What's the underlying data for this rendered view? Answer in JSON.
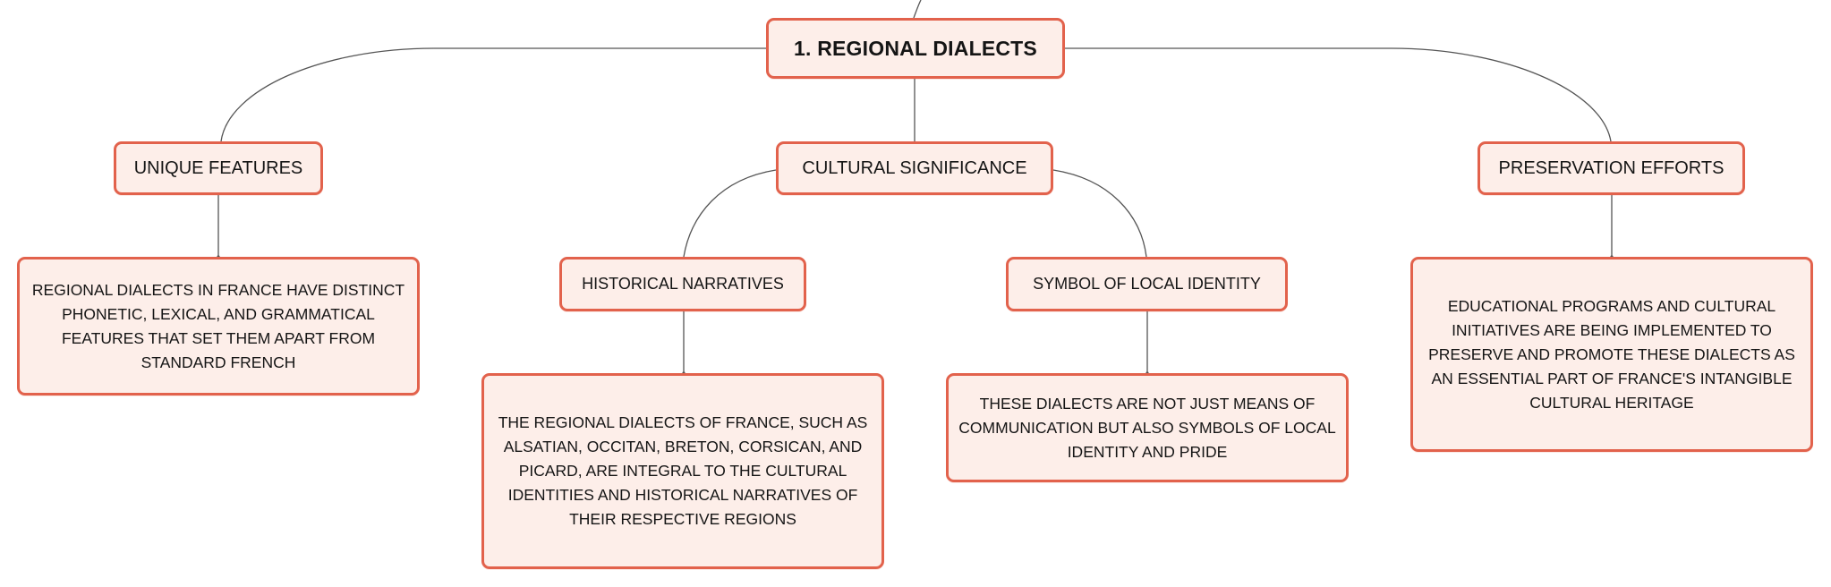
{
  "diagram": {
    "root": {
      "label": "1. REGIONAL DIALECTS"
    },
    "unique_features": {
      "label": "UNIQUE FEATURES",
      "description": "REGIONAL DIALECTS IN FRANCE HAVE DISTINCT PHONETIC, LEXICAL, AND GRAMMATICAL FEATURES THAT SET THEM APART FROM STANDARD FRENCH"
    },
    "cultural_significance": {
      "label": "CULTURAL SIGNIFICANCE",
      "historical_narratives": {
        "label": "HISTORICAL NARRATIVES",
        "description": "THE REGIONAL DIALECTS OF FRANCE, SUCH AS ALSATIAN, OCCITAN, BRETON, CORSICAN, AND PICARD, ARE INTEGRAL TO THE CULTURAL IDENTITIES AND HISTORICAL NARRATIVES OF THEIR RESPECTIVE REGIONS"
      },
      "symbol_of_local_identity": {
        "label": "SYMBOL OF LOCAL IDENTITY",
        "description": "THESE DIALECTS ARE NOT JUST MEANS OF COMMUNICATION BUT ALSO SYMBOLS OF LOCAL IDENTITY AND PRIDE"
      }
    },
    "preservation_efforts": {
      "label": "PRESERVATION EFFORTS",
      "description": "EDUCATIONAL PROGRAMS AND CULTURAL INITIATIVES ARE BEING IMPLEMENTED TO PRESERVE AND PROMOTE THESE DIALECTS AS AN ESSENTIAL PART OF FRANCE'S INTANGIBLE CULTURAL HERITAGE"
    },
    "colors": {
      "node_fill": "#fdeee9",
      "node_border": "#e2624c",
      "connector": "#555555",
      "text": "#151515"
    }
  }
}
